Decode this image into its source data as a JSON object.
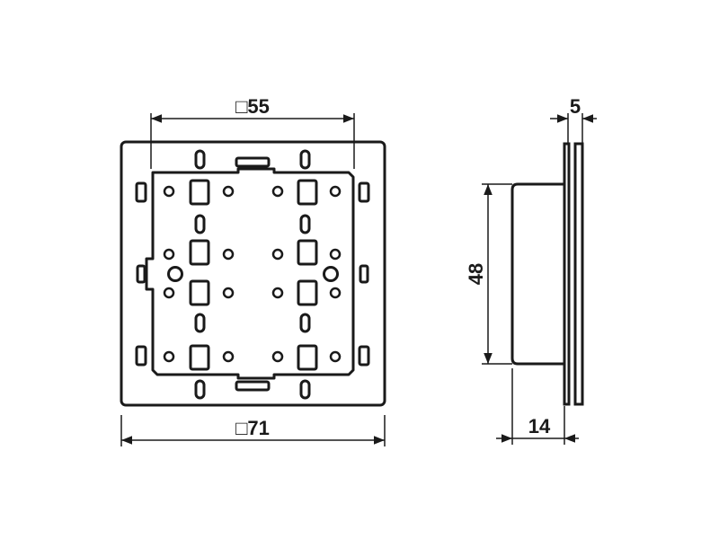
{
  "front_view": {
    "inner_dim_label": "□55",
    "outer_dim_label": "□71"
  },
  "side_view": {
    "thickness_label": "5",
    "height_label": "48",
    "depth_label": "14"
  }
}
